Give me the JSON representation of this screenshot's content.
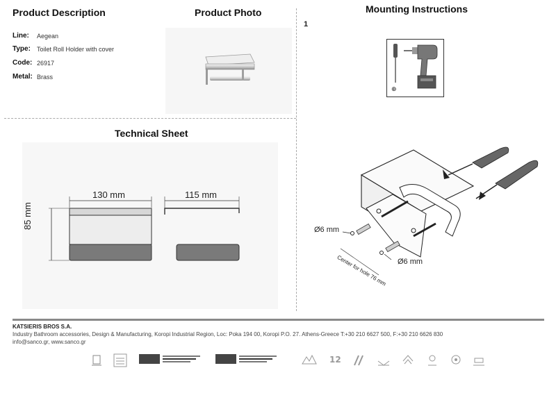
{
  "description": {
    "heading": "Product Description",
    "rows": [
      {
        "label": "Line:",
        "value": "Aegean"
      },
      {
        "label": "Type:",
        "value": "Toilet Roll Holder with cover"
      },
      {
        "label": "Code:",
        "value": "26917"
      },
      {
        "label": "Metal:",
        "value": "Brass"
      }
    ]
  },
  "photo": {
    "heading": "Product Photo"
  },
  "technical": {
    "heading": "Technical Sheet",
    "width_label": "130 mm",
    "depth_label": "115 mm",
    "height_label": "85 mm"
  },
  "mounting": {
    "heading": "Mounting Instructions",
    "step_number": "1",
    "drill_left_label": "Ø6 mm",
    "drill_right_label": "Ø6 mm",
    "center_label": "Center for hole 76 mm"
  },
  "footer": {
    "company": "KATSIERIS BROS S.A.",
    "address": "Industry Bathroom accessories, Design & Manufacturing, Koropi Industrial Region, Loc: Poka 194 00, Koropi P.O. 27. Athens-Greece   T:+30 210 6627 500, F:+30 210 6626 830",
    "contacts": "info@sanco.gr, www.sanco.gr"
  },
  "colors": {
    "rule": "#8a8a8a",
    "dash": "#aaaaaa",
    "icon": "#777777"
  }
}
